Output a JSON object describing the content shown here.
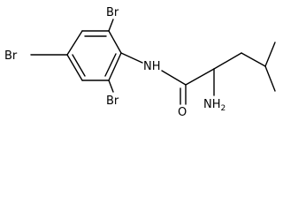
{
  "molecule": {
    "atoms": {
      "br_top": "Br",
      "br_left": "Br",
      "br_bottom": "Br",
      "nh": "NH",
      "oxygen": "O",
      "amine": "NH",
      "amine_subscript": "2"
    }
  }
}
